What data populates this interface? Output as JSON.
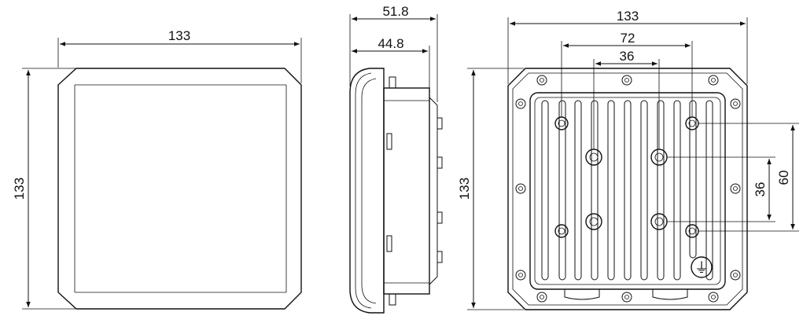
{
  "front_view": {
    "width_label": "133",
    "height_label": "133"
  },
  "side_view": {
    "depth_total_label": "51.8",
    "depth_body_label": "44.8"
  },
  "rear_view": {
    "width_label": "133",
    "height_label": "133",
    "hole_spacing_outer_label": "72",
    "hole_spacing_inner_label": "36",
    "vertical_spacing_inner_label": "36",
    "vertical_spacing_outer_label": "60"
  },
  "ground_symbol": "⏚"
}
